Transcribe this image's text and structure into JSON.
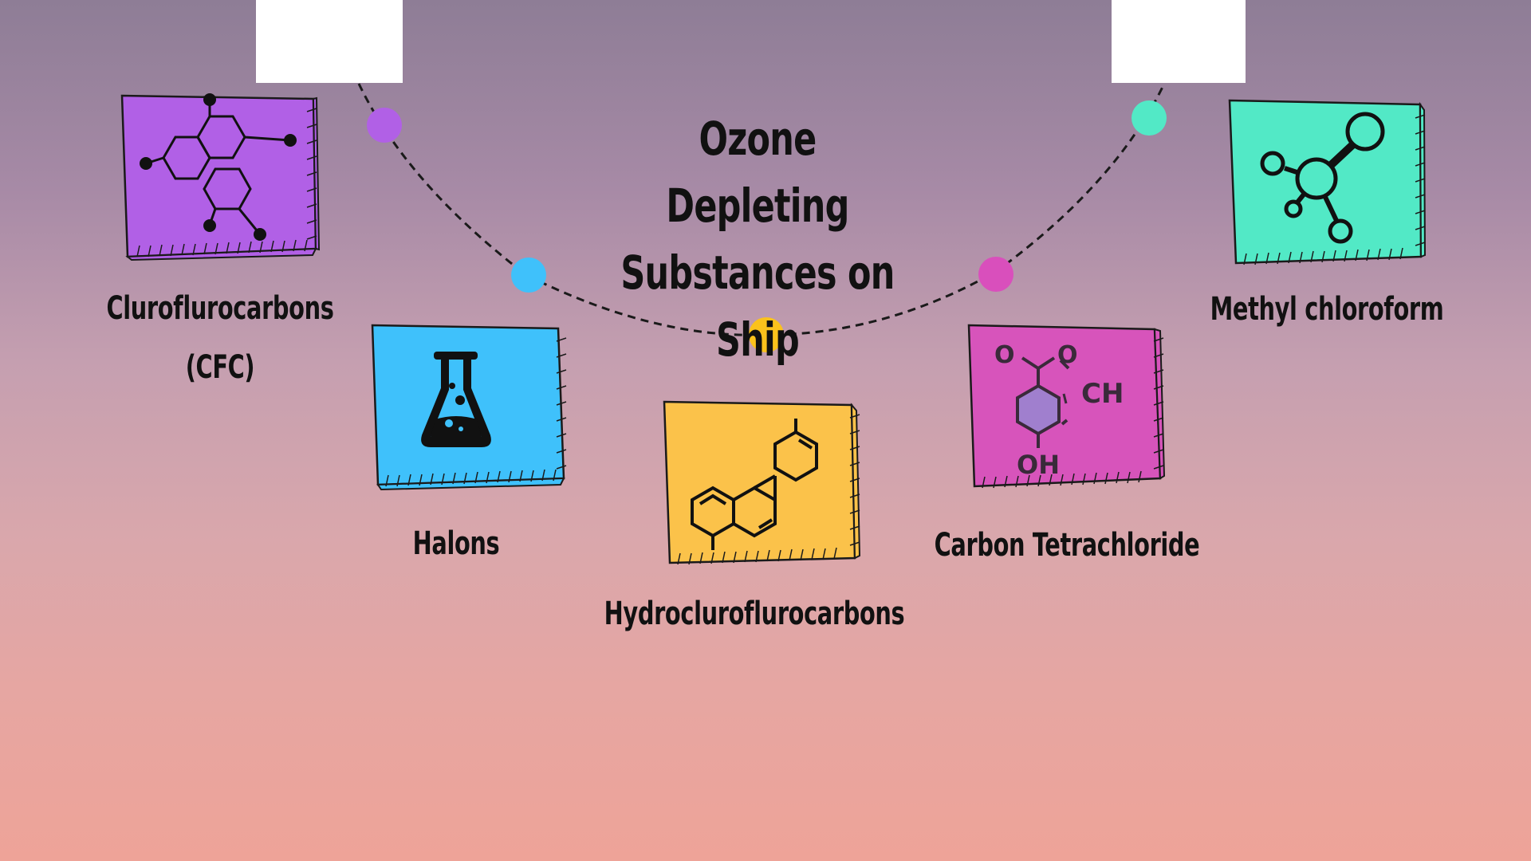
{
  "title": {
    "line1": "Ozone Depleting",
    "line2": "Substances on Ship"
  },
  "items": [
    {
      "label_line1": "Cluroflurocarbons",
      "label_line2": "(CFC)",
      "color": "#b160e6",
      "dot_color": "#b160e6",
      "icon": "cfc-molecule-icon"
    },
    {
      "label_line1": "Halons",
      "color": "#3fc1fb",
      "dot_color": "#3fc1fb",
      "icon": "flask-icon"
    },
    {
      "label_line1": "Hydrocluroflurocarbons",
      "color": "#fbc24a",
      "dot_color": "#fbc21c",
      "icon": "phenanthrene-molecule-icon"
    },
    {
      "label_line1": "Carbon Tetrachloride",
      "color": "#d754bb",
      "dot_color": "#d94fbc",
      "icon": "benzoic-molecule-icon",
      "formula_top_left": "O",
      "formula_top_right": "O",
      "formula_group": "CH",
      "formula_bottom": "OH"
    },
    {
      "label_line1": "Methyl chloroform",
      "color": "#52e9c6",
      "dot_color": "#52e9c6",
      "icon": "ball-stick-molecule-icon"
    }
  ]
}
